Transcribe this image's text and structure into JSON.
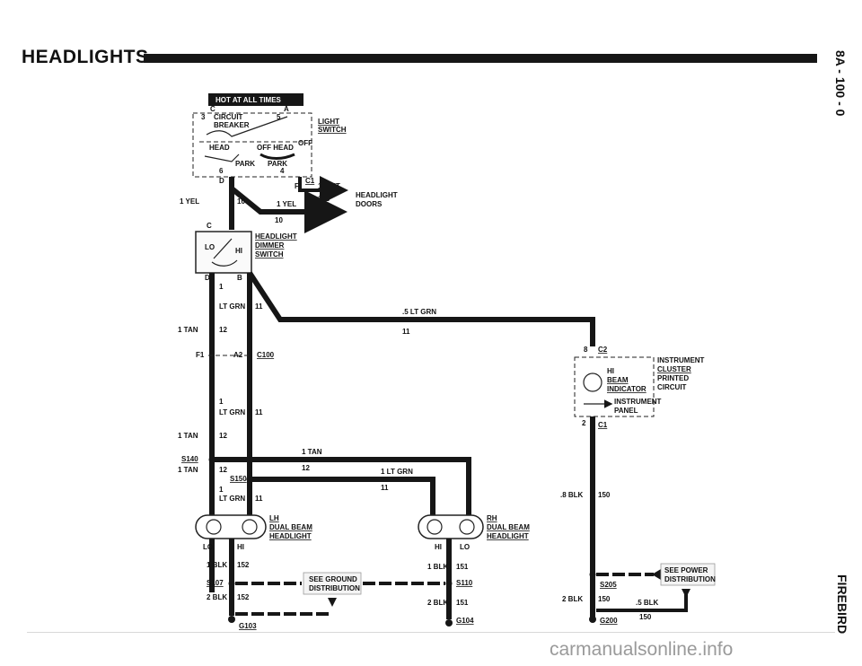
{
  "page": {
    "title": "HEADLIGHTS",
    "side_ref": "8A - 100 - 0",
    "side_car": "FIREBIRD",
    "watermark": "carmanualsonline.info"
  },
  "labels": {
    "hot": "HOT AT ALL TIMES",
    "c_top": "C",
    "a_top": "A",
    "n3": "3",
    "n5": "5",
    "circuit_breaker_1": "CIRCUIT",
    "circuit_breaker_2": "BREAKER",
    "light_switch_1": "LIGHT",
    "light_switch_2": "SWITCH",
    "off": "OFF",
    "head_l": "HEAD",
    "off_head": "OFF HEAD",
    "park_l": "PARK",
    "park_r": "PARK",
    "n6": "6",
    "n4": "4",
    "d_top": "D",
    "f": "F",
    "c1a": "C1",
    "wht": "1 WHT",
    "n103": "103",
    "doors_1": "HEADLIGHT",
    "doors_2": "DOORS",
    "yel_l": "1 YEL",
    "n10a": "10",
    "yel_r": "1 YEL",
    "n10b": "10",
    "c_dim": "C",
    "dimmer_1": "HEADLIGHT",
    "dimmer_2": "DIMMER",
    "dimmer_3": "SWITCH",
    "lo": "LO",
    "hi": "HI",
    "d_dim": "D",
    "b_dim": "B",
    "n1a": "1",
    "ltgrn_a": "LT GRN",
    "n11a": "11",
    "ltgrn5": ".5 LT GRN",
    "n11b": "11",
    "tan_a": "1 TAN",
    "n12a": "12",
    "f1": "F1",
    "a2": "A2",
    "c100": "C100",
    "n1b": "1",
    "ltgrn_b": "LT GRN",
    "n11c": "11",
    "tan_b": "1 TAN",
    "n12b": "12",
    "s140": "S140",
    "tan_c": "1 TAN",
    "n12c": "12",
    "tan_top": "1 TAN",
    "n12top": "12",
    "s150": "S150",
    "ltgrn_mid": "1 LT GRN",
    "n11mid": "11",
    "n1c": "1",
    "ltgrn_c": "LT GRN",
    "n11d": "11",
    "lh_1": "LH",
    "lh_2": "DUAL BEAM",
    "lh_3": "HEADLIGHT",
    "rh_1": "RH",
    "rh_2": "DUAL BEAM",
    "rh_3": "HEADLIGHT",
    "lo_l": "LO",
    "hi_l": "HI",
    "hi_r": "HI",
    "lo_r": "LO",
    "blk_l": "1 BLK",
    "n152a": "152",
    "blk_r": "1 BLK",
    "n151a": "151",
    "s107": "S107",
    "s110": "S110",
    "ground_1": "SEE GROUND",
    "ground_2": "DISTRIBUTION",
    "blk2_l": "2 BLK",
    "n152b": "152",
    "blk2_r": "2 BLK",
    "n151b": "151",
    "g103": "G103",
    "g104": "G104",
    "n8": "8",
    "c2": "C2",
    "cluster_1": "INSTRUMENT",
    "cluster_2": "CLUSTER",
    "cluster_3": "PRINTED",
    "cluster_4": "CIRCUIT",
    "hi_beam_1": "HI",
    "hi_beam_2": "BEAM",
    "hi_beam_3": "INDICATOR",
    "panel_1": "INSTRUMENT",
    "panel_2": "PANEL",
    "n2": "2",
    "c1b": "C1",
    "blk8": ".8 BLK",
    "n150a": "150",
    "power_1": "SEE POWER",
    "power_2": "DISTRIBUTION",
    "s205": "S205",
    "blk2_c": "2 BLK",
    "n150b": "150",
    "blk5": ".5 BLK",
    "n150c": "150",
    "g200": "G200"
  }
}
